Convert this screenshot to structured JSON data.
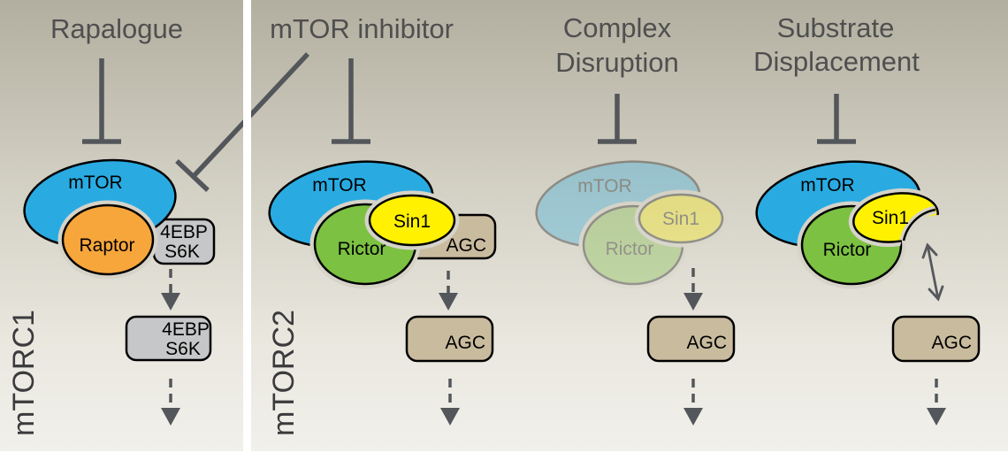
{
  "colors": {
    "mtor_blue": "#29ABE2",
    "raptor_orange": "#F7A63C",
    "rictor_green": "#7CC142",
    "sin1_yellow": "#FFF100",
    "substrate_gray": "#C6C7C8",
    "agc_tan": "#C9BB9E",
    "halo_gray": "#D6D3C9",
    "arrow_gray": "#53565A",
    "background_top": "#B2AFA0",
    "background_bottom": "#F1F0EB"
  },
  "panels": {
    "rapalogue": {
      "title": "Rapalogue",
      "side_label": "mTORC1",
      "mtor": "mTOR",
      "raptor": "Raptor",
      "substrate_line1": "4EBP",
      "substrate_line2": "S6K",
      "released_line1": "4EBP",
      "released_line2": "S6K"
    },
    "mtor_inhibitor": {
      "title": "mTOR inhibitor",
      "side_label": "mTORC2",
      "mtor": "mTOR",
      "rictor": "Rictor",
      "sin1": "Sin1",
      "substrate": "AGC",
      "released": "AGC"
    },
    "complex_disruption": {
      "title_line1": "Complex",
      "title_line2": "Disruption",
      "mtor": "mTOR",
      "rictor": "Rictor",
      "sin1": "Sin1",
      "released": "AGC"
    },
    "substrate_displacement": {
      "title_line1": "Substrate",
      "title_line2": "Displacement",
      "mtor": "mTOR",
      "rictor": "Rictor",
      "sin1": "Sin1",
      "released": "AGC"
    }
  }
}
